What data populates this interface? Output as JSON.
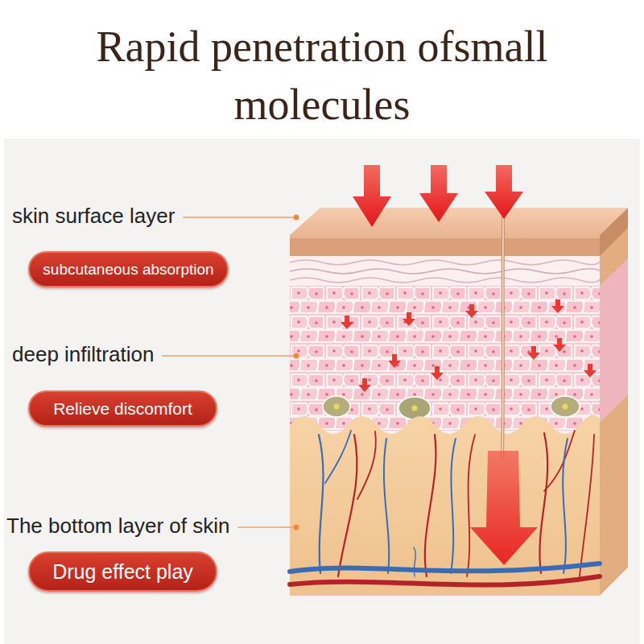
{
  "diagram": {
    "title": "Rapid penetration ofsmall molecules",
    "nodes": [
      {
        "text": [
          "skin surface layer",
          "subcutaneous absorption"
        ]
      },
      {
        "text": [
          "deep infiltration",
          "Relieve discomfort"
        ]
      },
      {
        "text": [
          "The bottom layer of skin",
          "Drug effect play"
        ]
      }
    ]
  }
}
